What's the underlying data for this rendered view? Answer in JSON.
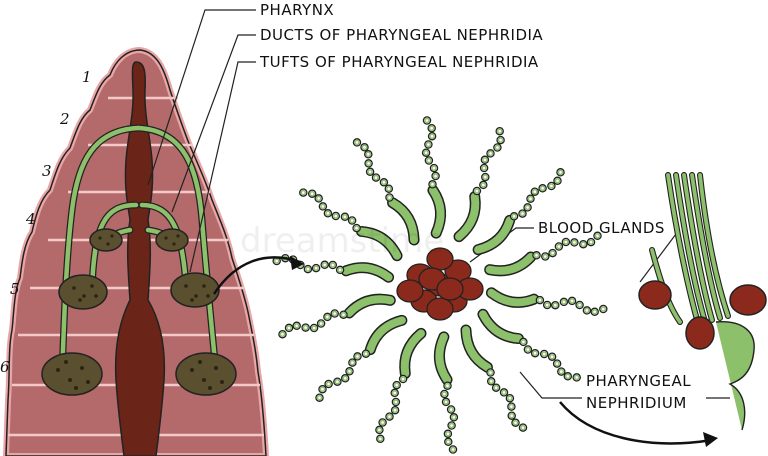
{
  "labels": {
    "pharynx": "PHARYNX",
    "ducts": "DUCTS OF PHARYNGEAL NEPHRIDIA",
    "tufts": "TUFTS OF PHARYNGEAL NEPHRIDIA",
    "blood_glands": "BLOOD GLANDS",
    "nephridium_line1": "PHARYNGEAL",
    "nephridium_line2": "NEPHRIDIUM"
  },
  "segment_numbers": [
    "1",
    "2",
    "3",
    "4",
    "5",
    "6"
  ],
  "watermark": "dreamstime",
  "colors": {
    "body_fill": "#b46a6a",
    "body_outline": "#e2a0a0",
    "segment_line": "#f2c8c8",
    "pharynx": "#6b2418",
    "duct": "#8cc06a",
    "tuft": "#5a4f2e",
    "gland": "#8b2a1c",
    "nephridium": "#8cc06a"
  }
}
